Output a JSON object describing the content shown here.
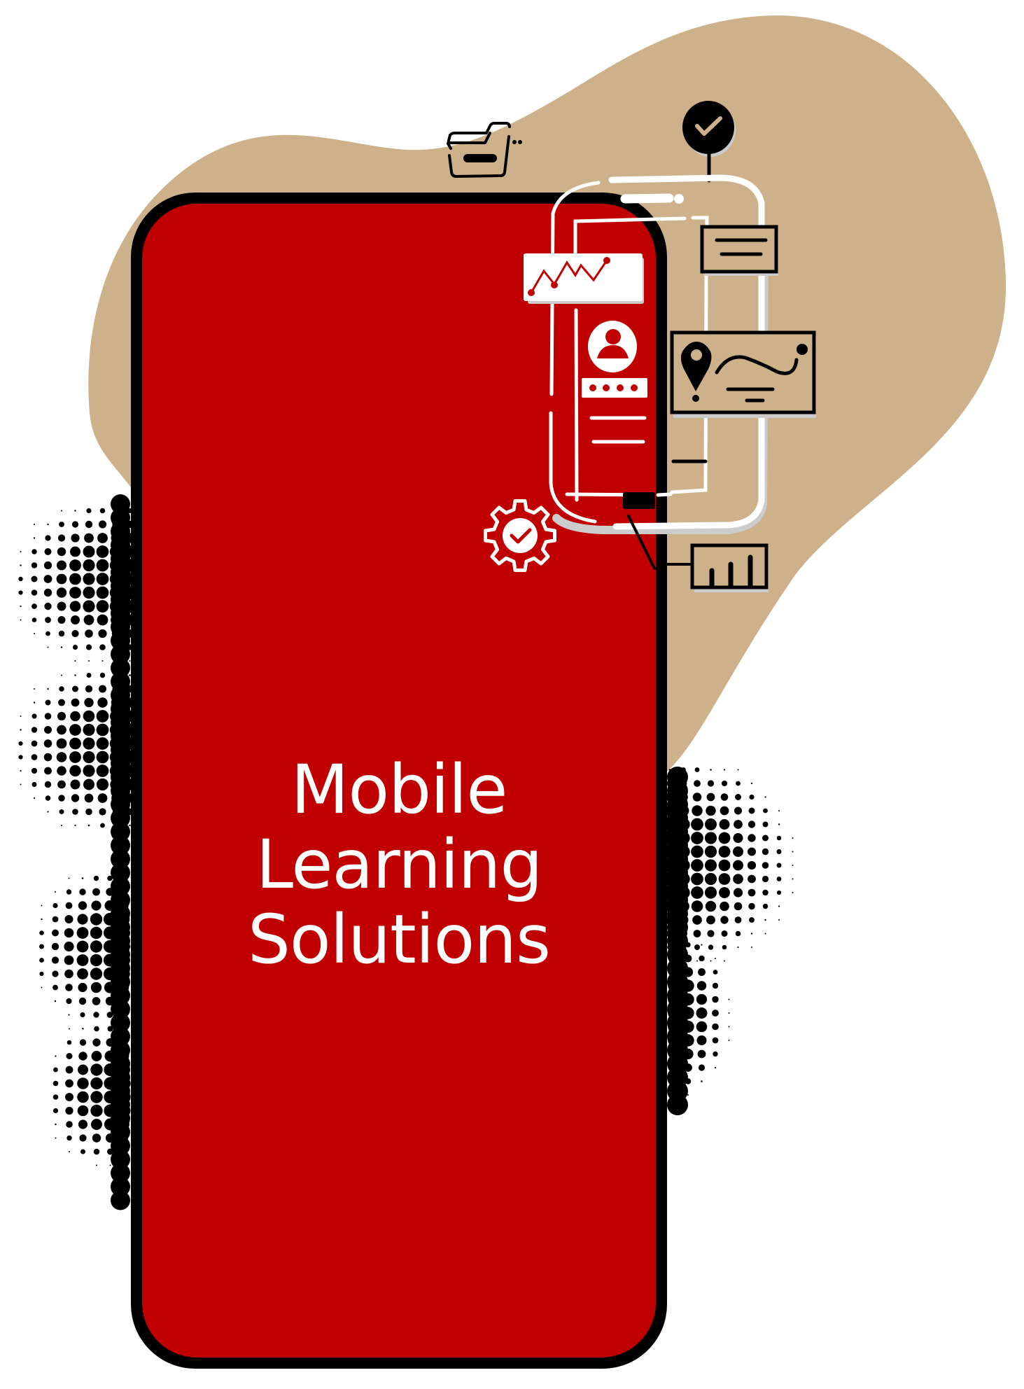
{
  "poster": {
    "headline_lines": [
      "Mobile",
      "Learning",
      "Solutions"
    ]
  },
  "colors": {
    "phone_red": "#C00000",
    "blob_tan": "#CDB18B",
    "outline_black": "#000000",
    "shadow_grey": "#CCCCCC",
    "background": "#FFFFFF"
  },
  "icons": {
    "folder": "folder-icon",
    "check_badge": "check-badge-icon",
    "line_chart_card": "line-chart-icon",
    "text_card": "text-card-icon",
    "user_avatar": "user-avatar-icon",
    "password_field": "password-field-icon",
    "map_route_card": "map-route-icon",
    "gear_check": "gear-check-icon",
    "bar_chart_card": "bar-chart-icon"
  }
}
